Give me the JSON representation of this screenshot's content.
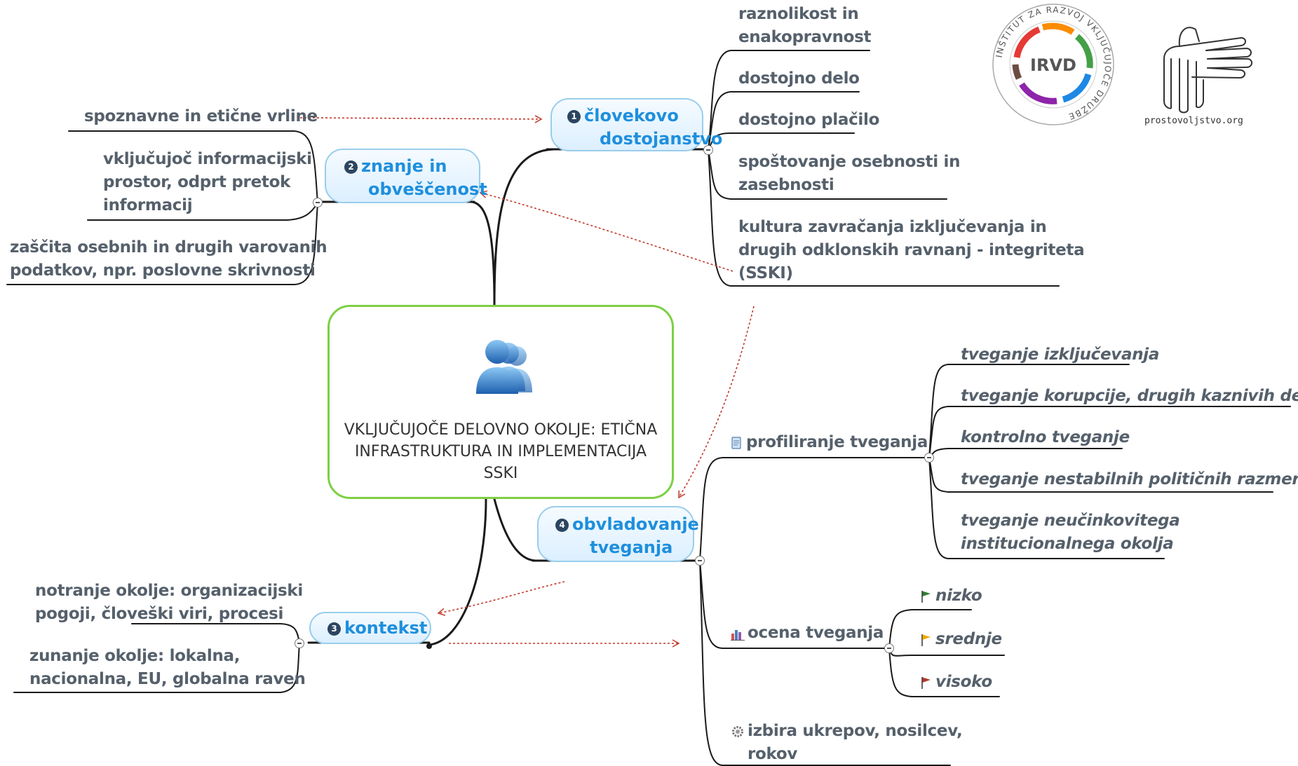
{
  "central": {
    "title": "VKLJUČUJOČE DELOVNO OKOLJE: ETIČNA INFRASTRUKTURA IN IMPLEMENTACIJA SSKI",
    "lines": [
      "VKLJUČUJOČE DELOVNO OKOLJE: ETIČNA",
      "INFRASTRUKTURA IN IMPLEMENTACIJA",
      "SSKI"
    ]
  },
  "topics": {
    "clovekovo": {
      "number": "1",
      "lines": [
        "človekovo",
        "dostojanstvo"
      ]
    },
    "znanje": {
      "number": "2",
      "lines": [
        "znanje in",
        "obveščenost"
      ]
    },
    "kontekst": {
      "number": "3",
      "lines": [
        "kontekst"
      ]
    },
    "obvladovanje": {
      "number": "4",
      "lines": [
        "obvladovanje",
        "tveganja"
      ]
    }
  },
  "clovekovo_items": {
    "raznolikost": [
      "raznolikost in",
      "enakopravnost"
    ],
    "delo": [
      "dostojno delo"
    ],
    "placilo": [
      "dostojno plačilo"
    ],
    "osebnost": [
      "spoštovanje osebnosti in",
      "zasebnosti"
    ],
    "kultura": [
      "kultura zavračanja izključevanja in",
      "drugih odklonskih ravnanj - integriteta",
      "(SSKI)"
    ]
  },
  "znanje_items": {
    "vrline": [
      "spoznavne in etične vrline"
    ],
    "informacijski": [
      "vključujoč informacijski",
      "prostor, odprt pretok",
      "informacij"
    ],
    "zascita": [
      "zaščita osebnih in drugih varovanih",
      "podatkov, npr. poslovne skrivnosti"
    ]
  },
  "kontekst_items": {
    "notranje": [
      "notranje okolje: organizacijski",
      "pogoji, človeški viri, procesi"
    ],
    "zunanje": [
      "zunanje okolje: lokalna,",
      "nacionalna, EU, globalna raven"
    ]
  },
  "obvladovanje_items": {
    "profiliranje": [
      "profiliranje tveganja"
    ],
    "ocena": [
      "ocena tveganja"
    ],
    "izbira": [
      "izbira ukrepov, nosilcev,",
      "rokov"
    ]
  },
  "profiliranje_items": {
    "izkljucevanja": [
      "tveganje izključevanja"
    ],
    "korupcije": [
      "tveganje korupcije, drugih kaznivih dejanj"
    ],
    "kontrolno": [
      "kontrolno tveganje"
    ],
    "nestabilnih": [
      "tveganje nestabilnih političnih razmer"
    ],
    "neucinkovitega": [
      "tveganje neučinkovitega",
      "institucionalnega okolja"
    ]
  },
  "ocena_items": {
    "nizko": [
      "nizko"
    ],
    "srednje": [
      "srednje"
    ],
    "visoko": [
      "visoko"
    ]
  },
  "logos": {
    "irvd_ring": "INŠTITUT ZA RAZVOJ VKLJUČUJOČE DRUŽBE",
    "irvd_center": "IRVD",
    "prostovoljstvo": "prostovoljstvo.org"
  },
  "colors": {
    "topic_text": "#1e8fdd",
    "central_border": "#7cd043",
    "relation_arrow": "#c0392b",
    "flag_low": "#2e7d32",
    "flag_mid": "#f0a800",
    "flag_high": "#b03a2e"
  }
}
